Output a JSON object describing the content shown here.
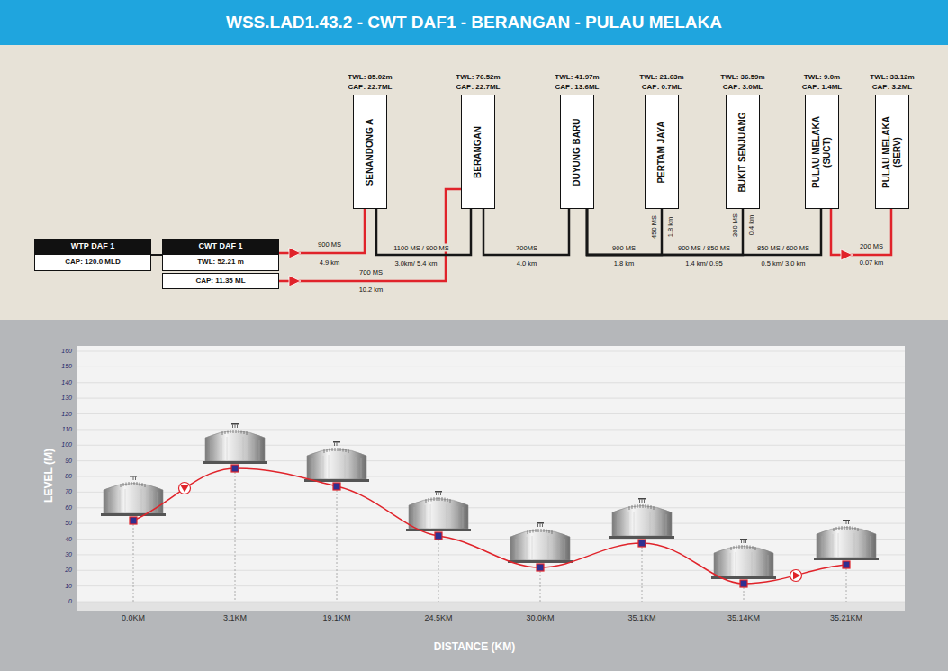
{
  "diagram": {
    "title": "WSS.LAD1.43.2 - CWT DAF1 - BERANGAN - PULAU MELAKA",
    "nodes": [
      {
        "text": [
          "WTP DAF 1",
          "CAP: 120.0 MLD"
        ]
      },
      {
        "text": [
          "CWT DAF 1",
          "TWL: 52.21 m",
          "CAP: 11.35 ML"
        ]
      },
      {
        "text": [
          "TWL: 85.02m",
          "CAP: 22.7ML",
          "SENANDONG A"
        ]
      },
      {
        "text": [
          "TWL: 76.52m",
          "CAP: 22.7ML",
          "BERANGAN"
        ]
      },
      {
        "text": [
          "TWL: 41.97m",
          "CAP: 13.6ML",
          "DUYUNG BARU"
        ]
      },
      {
        "text": [
          "TWL: 21.63m",
          "CAP: 0.7ML",
          "PERTAM JAYA"
        ]
      },
      {
        "text": [
          "TWL: 36.59m",
          "CAP: 3.0ML",
          "BUKIT SENJUANG"
        ]
      },
      {
        "text": [
          "TWL: 9.0m",
          "CAP: 1.4ML",
          "PULAU MELAKA (SUCT)"
        ]
      },
      {
        "text": [
          "TWL: 33.12m",
          "CAP: 3.2ML",
          "PULAU MELAKA (SERV)"
        ]
      }
    ],
    "edges": [
      {
        "from": 0,
        "to": 1,
        "arrow": "none"
      },
      {
        "from": 1,
        "to": 2,
        "label": "900 MS",
        "arrow": "to"
      },
      {
        "from": 1,
        "to": 3,
        "label": "700 MS",
        "arrow": "to"
      },
      {
        "from": 2,
        "to": 3,
        "label": "1100 MS / 900 MS",
        "arrow": "none"
      },
      {
        "from": 3,
        "to": 4,
        "label": "700MS",
        "arrow": "none"
      },
      {
        "from": 4,
        "to": 5,
        "label": "450 MS",
        "arrow": "none"
      },
      {
        "from": 4,
        "to": 6,
        "label": "300 MS",
        "arrow": "none"
      },
      {
        "from": 4,
        "to": 7,
        "label": "850 MS / 600 MS",
        "arrow": "none"
      },
      {
        "from": 7,
        "to": 8,
        "label": "200 MS",
        "arrow": "to"
      }
    ],
    "labels": [
      "4.9 km",
      "10.2 km",
      "3.0km/ 5.4 km",
      "4.0 km",
      "900 MS",
      "1.8 km",
      "1.8 km",
      "900 MS / 850 MS",
      "1.4 km/ 0.95",
      "0.4 km",
      "0.5 km/ 3.0 km",
      "0.07 km",
      "0",
      "10",
      "20",
      "30",
      "40",
      "50",
      "60",
      "70",
      "80",
      "90",
      "100",
      "110",
      "120",
      "130",
      "140",
      "150",
      "160",
      "LEVEL (M)",
      "0.0KM",
      "3.1KM",
      "19.1KM",
      "24.5KM",
      "30.0KM",
      "35.1KM",
      "35.14KM",
      "35.21KM",
      "DISTANCE (KM)"
    ]
  }
}
